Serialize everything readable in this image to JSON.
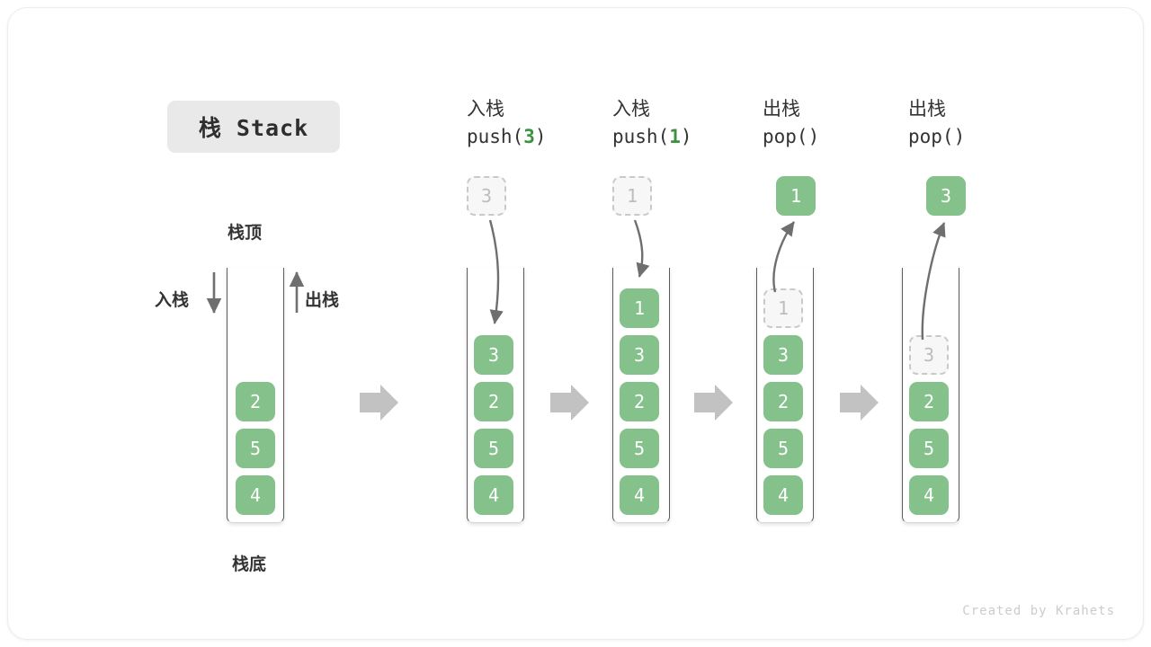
{
  "title_chip": "栈 Stack",
  "labels": {
    "top": "栈顶",
    "bottom": "栈底",
    "push_side": "入栈",
    "pop_side": "出栈"
  },
  "credit": "Created by Krahets",
  "colors": {
    "cell_fill": "#85c18b",
    "cell_text": "#ffffff",
    "ghost_fill": "#f7f7f7",
    "ghost_border": "#c9c9c9",
    "ghost_text": "#bdbdbd",
    "accent_arg": "#3e9142",
    "arrow_gray": "#6f6f6f",
    "block_arrow": "#c2c2c2",
    "chip_bg": "#e9e9e9",
    "stack_wall": "#5d5b5b"
  },
  "columns": [
    {
      "id": "initial",
      "header_cn": "",
      "header_op": "",
      "header_arg": "",
      "stack": [
        "2",
        "5",
        "4"
      ],
      "floating": null,
      "ghost_in_stack": null
    },
    {
      "id": "push-3",
      "header_cn": "入栈",
      "header_op_prefix": "push(",
      "header_arg": "3",
      "header_op_suffix": ")",
      "stack": [
        "3",
        "2",
        "5",
        "4"
      ],
      "floating": {
        "value": "3",
        "style": "ghost"
      },
      "ghost_in_stack": null
    },
    {
      "id": "push-1",
      "header_cn": "入栈",
      "header_op_prefix": "push(",
      "header_arg": "1",
      "header_op_suffix": ")",
      "stack": [
        "1",
        "3",
        "2",
        "5",
        "4"
      ],
      "floating": {
        "value": "1",
        "style": "ghost"
      },
      "ghost_in_stack": null
    },
    {
      "id": "pop-1",
      "header_cn": "出栈",
      "header_op_prefix": "pop(",
      "header_arg": "",
      "header_op_suffix": ")",
      "stack": [
        "1",
        "3",
        "2",
        "5",
        "4"
      ],
      "floating": {
        "value": "1",
        "style": "solid"
      },
      "ghost_in_stack": "1"
    },
    {
      "id": "pop-3",
      "header_cn": "出栈",
      "header_op_prefix": "pop(",
      "header_arg": "",
      "header_op_suffix": ")",
      "stack": [
        "3",
        "2",
        "5",
        "4"
      ],
      "floating": {
        "value": "3",
        "style": "solid"
      },
      "ghost_in_stack": "3"
    }
  ],
  "block_arrows_count": 4
}
